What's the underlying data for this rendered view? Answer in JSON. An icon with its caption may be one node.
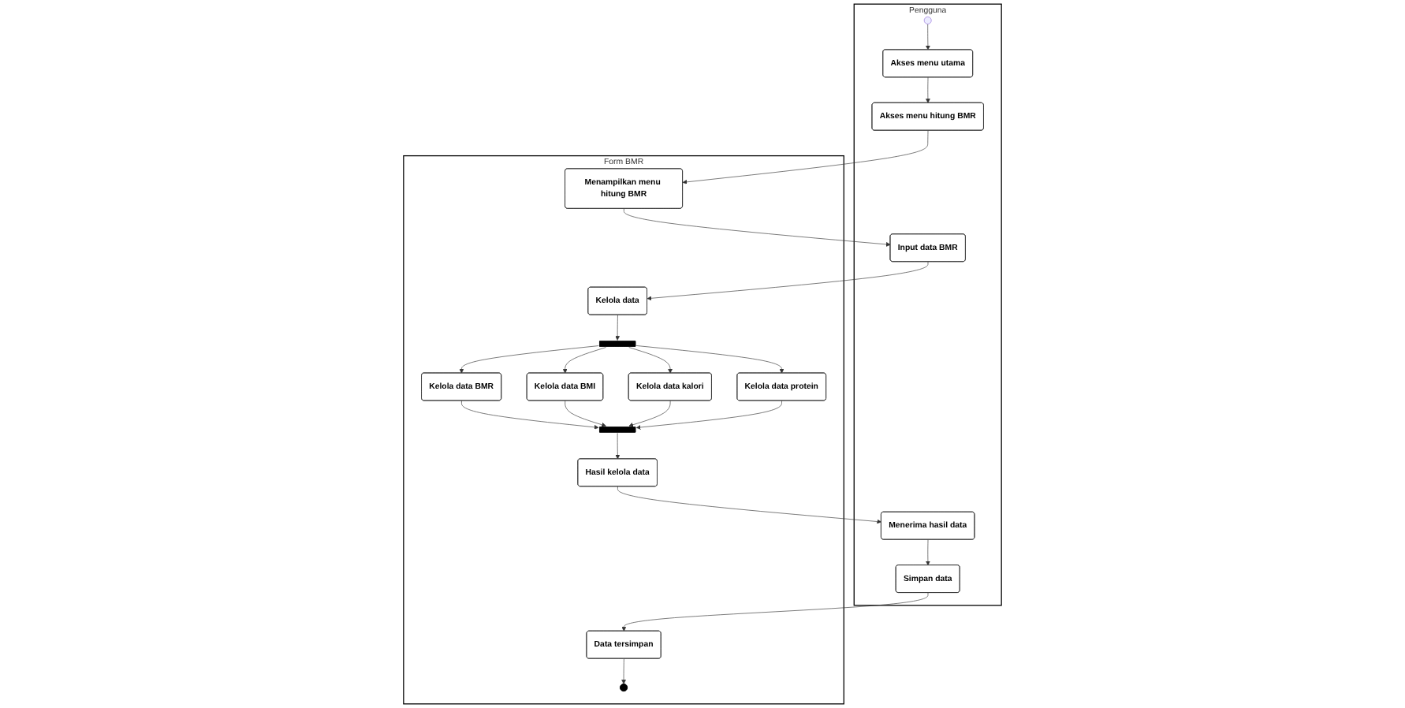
{
  "diagram": {
    "nodes": [
      {
        "text": [
          "Pengguna"
        ]
      },
      {
        "text": [
          "Form BMR"
        ]
      },
      {
        "text": [],
        "shape": "circle",
        "in": 0
      },
      {
        "text": [
          "Akses menu utama"
        ],
        "in": 0
      },
      {
        "text": [
          "Akses menu hitung BMR"
        ],
        "in": 0
      },
      {
        "text": [
          "Input data BMR"
        ],
        "in": 0
      },
      {
        "text": [
          "Menerima hasil data"
        ],
        "in": 0
      },
      {
        "text": [
          "Simpan data"
        ],
        "in": 0
      },
      {
        "text": [
          "Menampilkan menu hitung BMR"
        ],
        "in": 1
      },
      {
        "text": [
          "Kelola data"
        ],
        "in": 1
      },
      {
        "text": [],
        "shape": "bar",
        "in": 1
      },
      {
        "text": [
          "Kelola data BMR"
        ],
        "in": 1
      },
      {
        "text": [
          "Kelola data BMI"
        ],
        "in": 1
      },
      {
        "text": [
          "Kelola data kalori"
        ],
        "in": 1
      },
      {
        "text": [
          "Kelola data protein"
        ],
        "in": 1
      },
      {
        "text": [],
        "shape": "bar",
        "in": 1
      },
      {
        "text": [
          "Hasil kelola data"
        ],
        "in": 1
      },
      {
        "text": [
          "Data tersimpan"
        ],
        "in": 1
      },
      {
        "text": [],
        "shape": "bullseye",
        "in": 1
      }
    ],
    "edges": [
      {
        "from": 2,
        "to": 3,
        "arrow": "to"
      },
      {
        "from": 3,
        "to": 4,
        "arrow": "to"
      },
      {
        "from": 4,
        "to": 8,
        "arrow": "to"
      },
      {
        "from": 8,
        "to": 5,
        "arrow": "to"
      },
      {
        "from": 5,
        "to": 9,
        "arrow": "to"
      },
      {
        "from": 9,
        "to": 10,
        "arrow": "to"
      },
      {
        "from": 10,
        "to": 11,
        "arrow": "to"
      },
      {
        "from": 10,
        "to": 12,
        "arrow": "to"
      },
      {
        "from": 10,
        "to": 13,
        "arrow": "to"
      },
      {
        "from": 10,
        "to": 14,
        "arrow": "to"
      },
      {
        "from": 11,
        "to": 15,
        "arrow": "to"
      },
      {
        "from": 12,
        "to": 15,
        "arrow": "to"
      },
      {
        "from": 13,
        "to": 15,
        "arrow": "to"
      },
      {
        "from": 14,
        "to": 15,
        "arrow": "to"
      },
      {
        "from": 15,
        "to": 16,
        "arrow": "to"
      },
      {
        "from": 16,
        "to": 6,
        "arrow": "to"
      },
      {
        "from": 6,
        "to": 7,
        "arrow": "to"
      },
      {
        "from": 7,
        "to": 17,
        "arrow": "to"
      },
      {
        "from": 17,
        "to": 18,
        "arrow": "to"
      }
    ]
  }
}
